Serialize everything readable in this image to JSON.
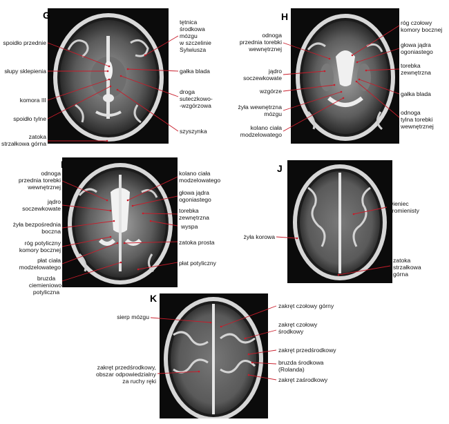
{
  "panels": {
    "G": {
      "letter": "G",
      "labels": {
        "spoidlo_przednie": "spoidło przednie",
        "slupy_sklepienia": "słupy sklepienia",
        "komora_iii": "komora III",
        "spoidlo_tylne": "spoidło tylne",
        "zatoka_strzalkowa_gorna": "zatoka\nstrzałkowa górna",
        "tetnica_srodkowa": "tętnica\nśrodkowa\nmózgu\nw szczelinie\nSylwiusza",
        "galka_blada": "gałka blada",
        "droga_suteczkowo": "droga\nsuteczkowo-\n-wzgórzowa",
        "szyszynka": "szyszynka"
      }
    },
    "H": {
      "letter": "H",
      "labels": {
        "odnoga_przednia": "odnoga\nprzednia torebki\nwewnętrznej",
        "jadro_soczewkowate": "jądro\nsoczewkowate",
        "wzgorze": "wzgórze",
        "zyla_wewnetrzna": "żyła wewnętrzna\nmózgu",
        "kolano_ciala": "kolano ciała\nmodzelowatego",
        "rog_czolowy": "róg czołowy\nkomory bocznej",
        "glowa_jadra": "głowa jądra\nogoniastego",
        "torebka_zewnetrzna": "torebka\nzewnętrzna",
        "galka_blada": "gałka blada",
        "odnoga_tylna": "odnoga\ntylna torebki\nwewnętrznej"
      }
    },
    "I": {
      "letter": "I",
      "labels": {
        "odnoga_przednia": "odnoga\nprzednia torebki\nwewnętrznej",
        "jadro_soczewkowate": "jądro\nsoczewkowate",
        "zyla_bezposrednia": "żyła bezpośrednia\nboczna",
        "rog_potyliczny": "róg potyliczny\nkomory bocznej",
        "plat_ciala": "płat ciała\nmodzelowatego",
        "bruzda": "bruzda\nciemieniowo-\npotyliczna",
        "kolano_ciala": "kolano ciała\nmodzelowatego",
        "glowa_jadra": "głowa jądra\nogoniastego",
        "torebka_zewnetrzna": "torebka\nzewnętrzna",
        "wyspa": "wyspa",
        "zatoka_prosta": "zatoka prosta",
        "plat_potyliczny": "płat potyliczny"
      }
    },
    "J": {
      "letter": "J",
      "labels": {
        "wieniec": "wieniec\npromienisty",
        "zyla_korowa": "żyła korowa",
        "zatoka_strzalkowa": "zatoka\nstrzałkowa\ngórna"
      }
    },
    "K": {
      "letter": "K",
      "labels": {
        "sierp_mozgu": "sierp mózgu",
        "zakret_przedsrodkowy_obszar": "zakręt przedśrodkowy,\nobszar odpowiedzialny\nza ruchy ręki",
        "zakret_czolowy_gorny": "zakręt czołowy górny",
        "zakret_czolowy_srodkowy": "zakręt czołowy\nśrodkowy",
        "zakret_przedsrodkowy": "zakręt przedśrodkowy",
        "bruzda_srodkowa": "bruzda środkowa\n(Rolanda)",
        "zakret_zasrodkowy": "zakręt zaśrodkowy"
      }
    }
  },
  "colors": {
    "leader": "#c81c2a",
    "panel_bg": "#0b0b0b"
  }
}
